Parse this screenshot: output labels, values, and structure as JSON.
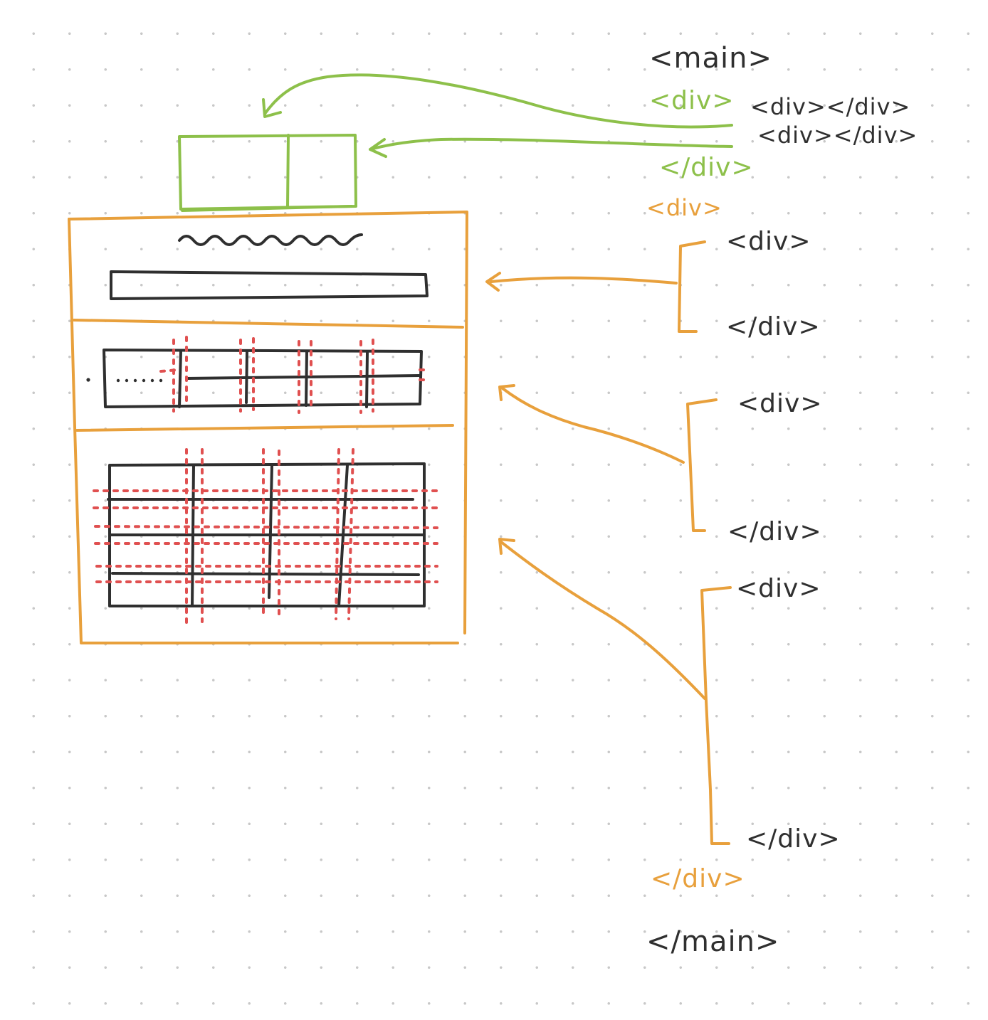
{
  "colors": {
    "green": "#8dc04a",
    "orange": "#e8a03c",
    "dark": "#2f2f2f",
    "red_dotted": "#e05050",
    "grid_dot": "#c8c8c8"
  },
  "labels": {
    "main_open": "<main>",
    "green_div_open": "<div>",
    "inner_div_1": "<div></div>",
    "inner_div_2": "<div></div>",
    "green_div_close": "</div>",
    "orange_div_open": "<div>",
    "block1_open": "<div>",
    "block1_close": "</div>",
    "block2_open": "<div>",
    "block2_close": "</div>",
    "block3_open": "<div>",
    "block3_close": "</div>",
    "orange_div_close": "</div>",
    "main_close": "</main>"
  }
}
